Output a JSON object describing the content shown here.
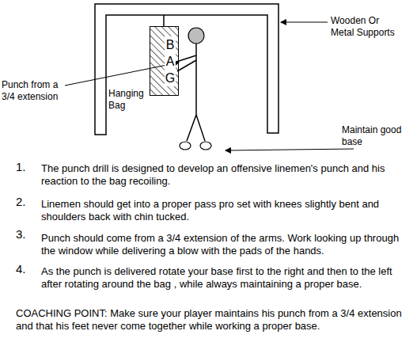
{
  "diagram": {
    "nodes": [
      {
        "text": [
          "B A G"
        ]
      }
    ],
    "labels": [
      "Wooden Or Metal Supports",
      "Punch from a 3/4 extension",
      "Hanging Bag",
      "Maintain good base",
      "1.",
      "The punch drill is designed to develop an offensive linemen's punch and his reaction to the bag recoiling.",
      "2.",
      "Linemen should get into a proper pass pro set with knees slightly bent and shoulders back with chin tucked.",
      "3.",
      "Punch should come from a 3/4 extension of the arms. Work looking up through the window while delivering a blow with the pads of the hands.",
      "4.",
      "As the punch is delivered rotate your base first to the right and then to the left after rotating around the bag , while always maintaining a proper base.",
      "COACHING POINT: Make sure your player maintains his punch from a 3/4 extension and that his feet never come together while working a proper base."
    ]
  }
}
